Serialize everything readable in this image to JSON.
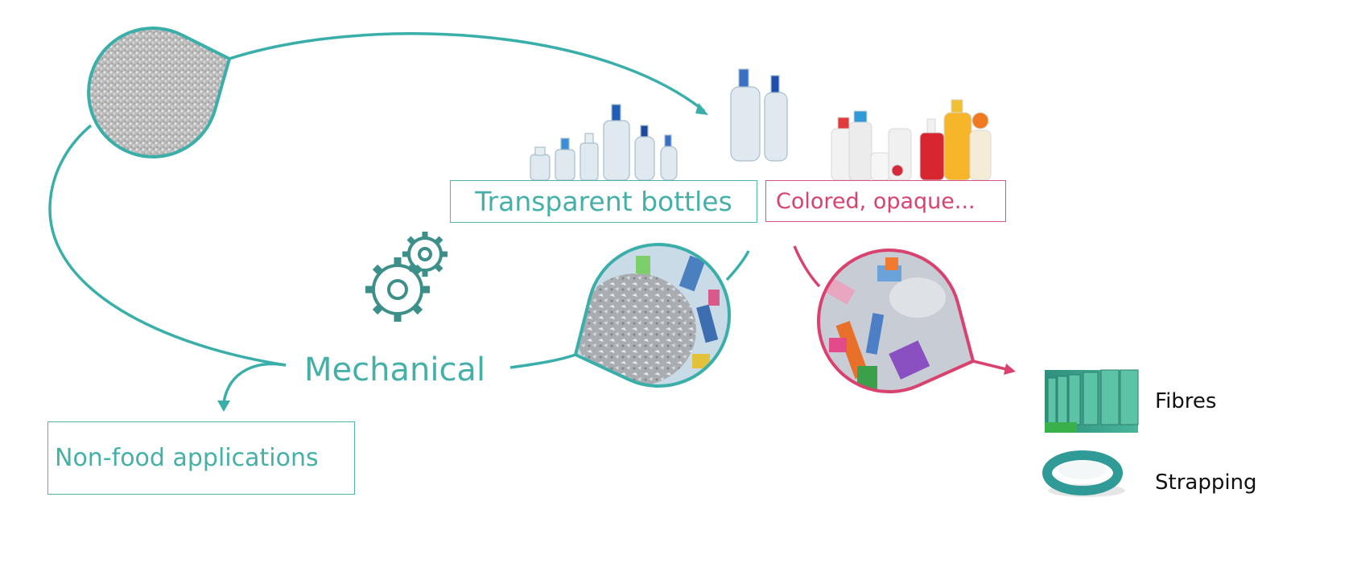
{
  "colors": {
    "teal": "#3aafa9",
    "teal_text": "#45b0a8",
    "pink": "#d9426e",
    "text": "#111111"
  },
  "process": {
    "label": "Mechanical",
    "icon": "gears-icon"
  },
  "categories": {
    "transparent": {
      "label": "Transparent bottles",
      "icon": "clear-bottles-image"
    },
    "colored": {
      "label": "Colored, opaque...",
      "icon": "colored-bottles-image"
    }
  },
  "outputs": {
    "non_food": {
      "label": "Non-food applications"
    },
    "fibres": {
      "label": "Fibres",
      "icon": "fibre-spools-image"
    },
    "strapping": {
      "label": "Strapping",
      "icon": "strapping-roll-image"
    }
  }
}
